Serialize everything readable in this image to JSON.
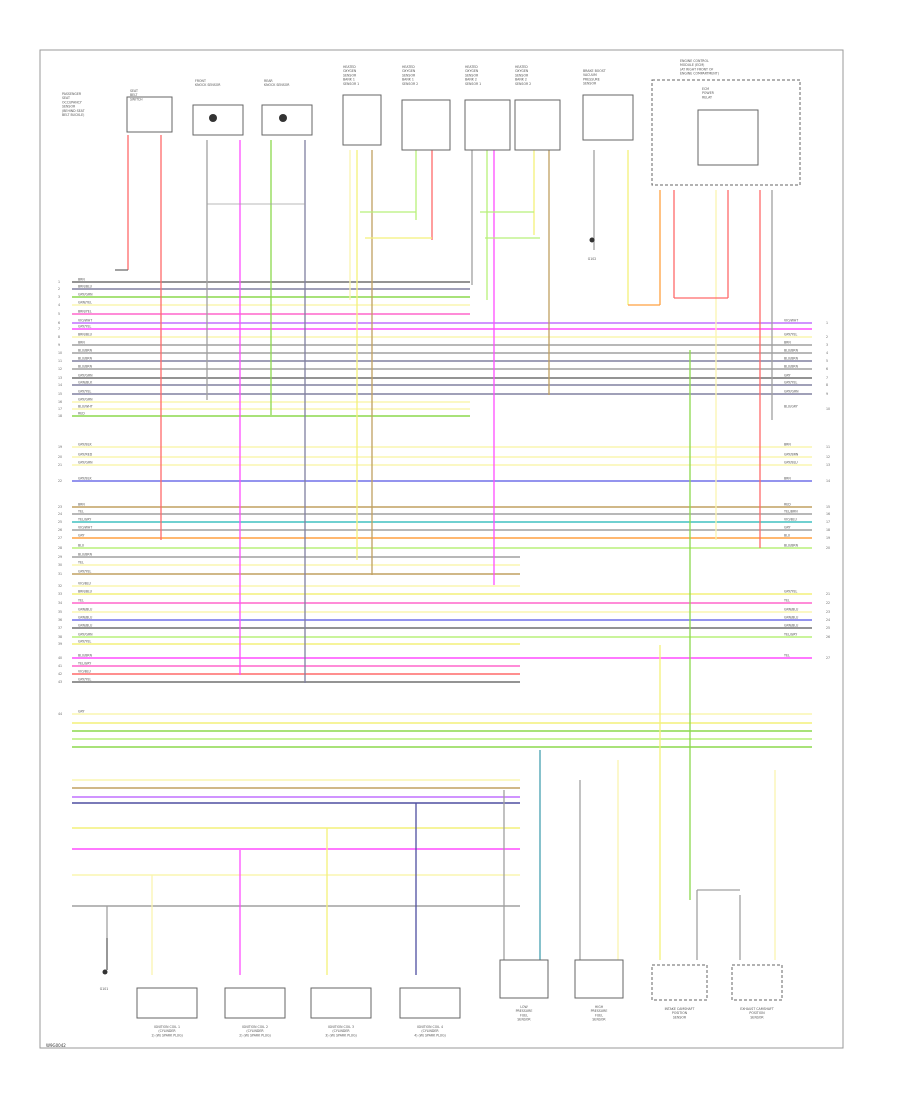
{
  "diagram": {
    "footer_code": "W9G0042",
    "colors": {
      "frame": "#999999",
      "component": "#555555",
      "label": "#555555"
    },
    "top_components": [
      {
        "name": "passenger-seat-occupancy-sensor",
        "text": [
          "PASSENGER",
          "SEAT",
          "OCCUPANCY",
          "SENSOR",
          "(BEHIND SEAT",
          "BELT BUCKLE)"
        ]
      },
      {
        "name": "seat-sensor",
        "text": [
          "SEAT",
          "BELT",
          "SWITCH"
        ]
      },
      {
        "name": "front-knock-sensor",
        "text": [
          "FRONT",
          "KNOCK SENSOR"
        ]
      },
      {
        "name": "rear-knock-sensor",
        "text": [
          "REAR",
          "KNOCK SENSOR"
        ]
      },
      {
        "name": "o2-sensor-1",
        "text": [
          "HEATED",
          "OXYGEN",
          "SENSOR",
          "BANK 1",
          "SENSOR 1"
        ]
      },
      {
        "name": "o2-sensor-2",
        "text": [
          "HEATED",
          "OXYGEN",
          "SENSOR",
          "BANK 1",
          "SENSOR 2"
        ]
      },
      {
        "name": "o2-sensor-3",
        "text": [
          "HEATED",
          "OXYGEN",
          "SENSOR",
          "BANK 2",
          "SENSOR 1"
        ]
      },
      {
        "name": "o2-sensor-4",
        "text": [
          "HEATED",
          "OXYGEN",
          "SENSOR",
          "BANK 2",
          "SENSOR 2"
        ]
      },
      {
        "name": "brake-booster-pressure-sensor",
        "text": [
          "BRAKE BOOST",
          "VACUUM",
          "PRESSURE",
          "SENSOR"
        ]
      },
      {
        "name": "engine-control-module",
        "text": [
          "ENGINE CONTROL",
          "MODULE (ECM)",
          "(AT RIGHT FRONT OF",
          "ENGINE COMPARTMENT)"
        ]
      },
      {
        "name": "ecm-power-relay",
        "text": [
          "ECM",
          "POWER",
          "RELAY"
        ]
      }
    ],
    "bottom_components": [
      {
        "name": "ignition-coil-1",
        "text": [
          "IGNITION COIL 1",
          "(CYLINDER",
          "1) (W/ SPARK PLUG)"
        ]
      },
      {
        "name": "ignition-coil-2",
        "text": [
          "IGNITION COIL 2",
          "(CYLINDER",
          "2) (W/ SPARK PLUG)"
        ]
      },
      {
        "name": "ignition-coil-3",
        "text": [
          "IGNITION COIL 3",
          "(CYLINDER",
          "3) (W/ SPARK PLUG)"
        ]
      },
      {
        "name": "ignition-coil-4",
        "text": [
          "IGNITION COIL 4",
          "(CYLINDER",
          "4) (W/ SPARK PLUG)"
        ]
      },
      {
        "name": "fuel-pressure-sensor-low",
        "text": [
          "LOW",
          "PRESSURE",
          "FUEL",
          "SENSOR"
        ]
      },
      {
        "name": "fuel-pressure-sensor-high",
        "text": [
          "HIGH",
          "PRESSURE",
          "FUEL",
          "SENSOR"
        ]
      },
      {
        "name": "intake-camshaft-sensor",
        "text": [
          "INTAKE CAMSHAFT",
          "POSITION",
          "SENSOR"
        ]
      },
      {
        "name": "exhaust-camshaft-sensor",
        "text": [
          "EXHAUST CAMSHAFT",
          "POSITION",
          "SENSOR"
        ]
      }
    ],
    "ground_labels": [
      "G101",
      "G102"
    ],
    "wire_labels": {
      "rows": [
        "BRN",
        "BRN/BLU",
        "GRY/GRN",
        "GRN/YEL",
        "BRN/YEL",
        "VIO/WHT",
        "GRY/YEL",
        "BRN/BLU",
        "BRN",
        "BLU/BRN",
        "BLU/BRN",
        "BLU/BRN",
        "GRY/GRN",
        "GRN/BLK",
        "GRY/YEL",
        "GRY/GRN",
        "BLU/WHT",
        "RED",
        "GRY/BLK",
        "GRY/RED",
        "GRY/GRN",
        "GRY/BLK",
        "BRN",
        "YEL",
        "YEL/GRY",
        "VIO/WHT",
        "GRY",
        "BLU",
        "BLU/BRN",
        "YEL",
        "GRY/YEL",
        "VIO/BLU",
        "BRN/BLU",
        "YEL",
        "GRN/BLU",
        "GRN/BLU",
        "GRN/BLU",
        "GRY/GRN",
        "GRY/YEL",
        "BLU/BRN",
        "YEL/GRY",
        "VIO/BLU",
        "GRY/YEL",
        "GRY"
      ],
      "right": [
        "VIO/WHT",
        "GRY/YEL",
        "BRN",
        "BLU/BRN",
        "BLU/BRN",
        "BLU/BRN",
        "GRY",
        "GRY/YEL",
        "GRY/GRN",
        "BLU/GRY",
        "BRN",
        "GRY/BRN",
        "GRY/BLU",
        "BRN",
        "RED",
        "YEL/BRN",
        "VIO/BLU",
        "GRY",
        "BLU",
        "BLU/BRN",
        "GRY/YEL",
        "YEL",
        "GRN/BLU",
        "GRN/BLU",
        "GRN/BLU",
        "YEL/GRY",
        "YEL"
      ]
    },
    "row_numbers": [
      "1",
      "2",
      "3",
      "4",
      "5",
      "6",
      "7",
      "8",
      "9",
      "10",
      "11",
      "12",
      "13",
      "14",
      "15",
      "16",
      "17",
      "18",
      "19",
      "20",
      "21",
      "22",
      "23",
      "24",
      "25",
      "26",
      "27",
      "28",
      "29",
      "30",
      "31",
      "32",
      "33",
      "34",
      "35",
      "36",
      "37",
      "38",
      "39",
      "40",
      "41",
      "42",
      "43",
      "44"
    ],
    "right_numbers": [
      "1",
      "2",
      "3",
      "4",
      "5",
      "6",
      "7",
      "8",
      "9",
      "10",
      "11",
      "12",
      "13",
      "14",
      "15",
      "16",
      "17",
      "18",
      "19",
      "20",
      "21",
      "22",
      "23",
      "24",
      "25",
      "26",
      "27"
    ]
  }
}
